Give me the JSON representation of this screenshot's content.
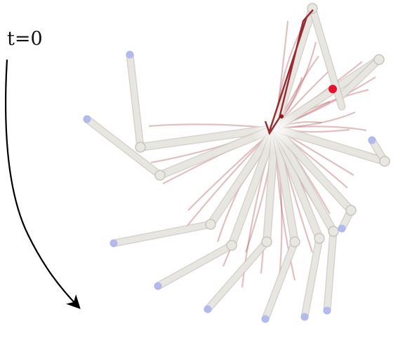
{
  "figure": {
    "time_label": "t=0",
    "colors": {
      "bone_fill": "#e9e7e2",
      "bone_stroke": "#c9c6bf",
      "trajectory": "#b2575b",
      "trajectory_current": "#8e1a1f",
      "target_marker": "#e8112a",
      "endpoint_marker": "#aab2ee",
      "time_arrow": "#000000"
    },
    "icons": {
      "target": "red-dot",
      "endpoints": "blue-dot",
      "time": "curved-arrow-down"
    }
  }
}
